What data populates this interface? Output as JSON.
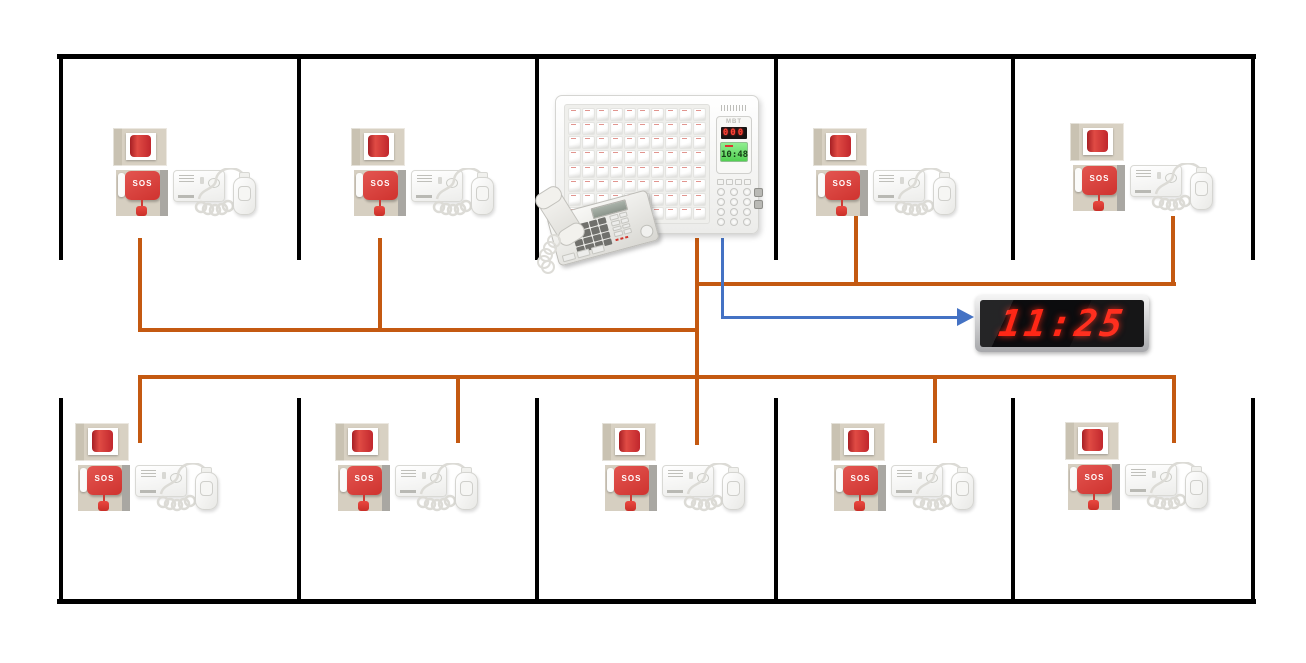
{
  "clock": {
    "time": "11:25"
  },
  "console": {
    "brand": "MBT",
    "call_number_display": "000",
    "clock_display": "10:48",
    "button_grid": {
      "rows": 8,
      "cols": 10
    },
    "keypad": {
      "rows": 4,
      "cols": 3
    },
    "function_buttons": 4
  },
  "device_labels": {
    "sos": "SOS"
  },
  "rooms": {
    "top_count": 5,
    "bottom_count": 5
  },
  "colors": {
    "wire_call": "#C45911",
    "wire_clock": "#4472C4",
    "wall": "#000000",
    "clock_digits": "#FF2716",
    "sos_red": "#CF332F",
    "lcd_green": "#90EE90"
  }
}
